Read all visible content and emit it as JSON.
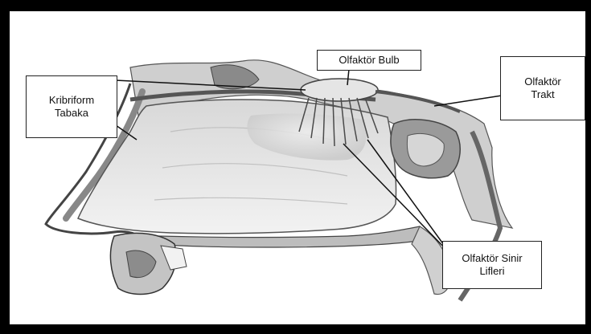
{
  "labels": {
    "olfactory_bulb": "Olfaktör Bulb",
    "olfactory_tract": "Olfaktör\nTrakt",
    "cribriform_plate": "Kribriform\nTabaka",
    "olfactory_nerve_fibers": "Olfaktör Sinir\nLifleri"
  },
  "colors": {
    "frame": "#000000",
    "background": "#ffffff",
    "tissue_light": "#e6e6e6",
    "tissue_mid": "#b5b5b5",
    "tissue_dark": "#6e6e6e",
    "leader_line": "#111111"
  }
}
